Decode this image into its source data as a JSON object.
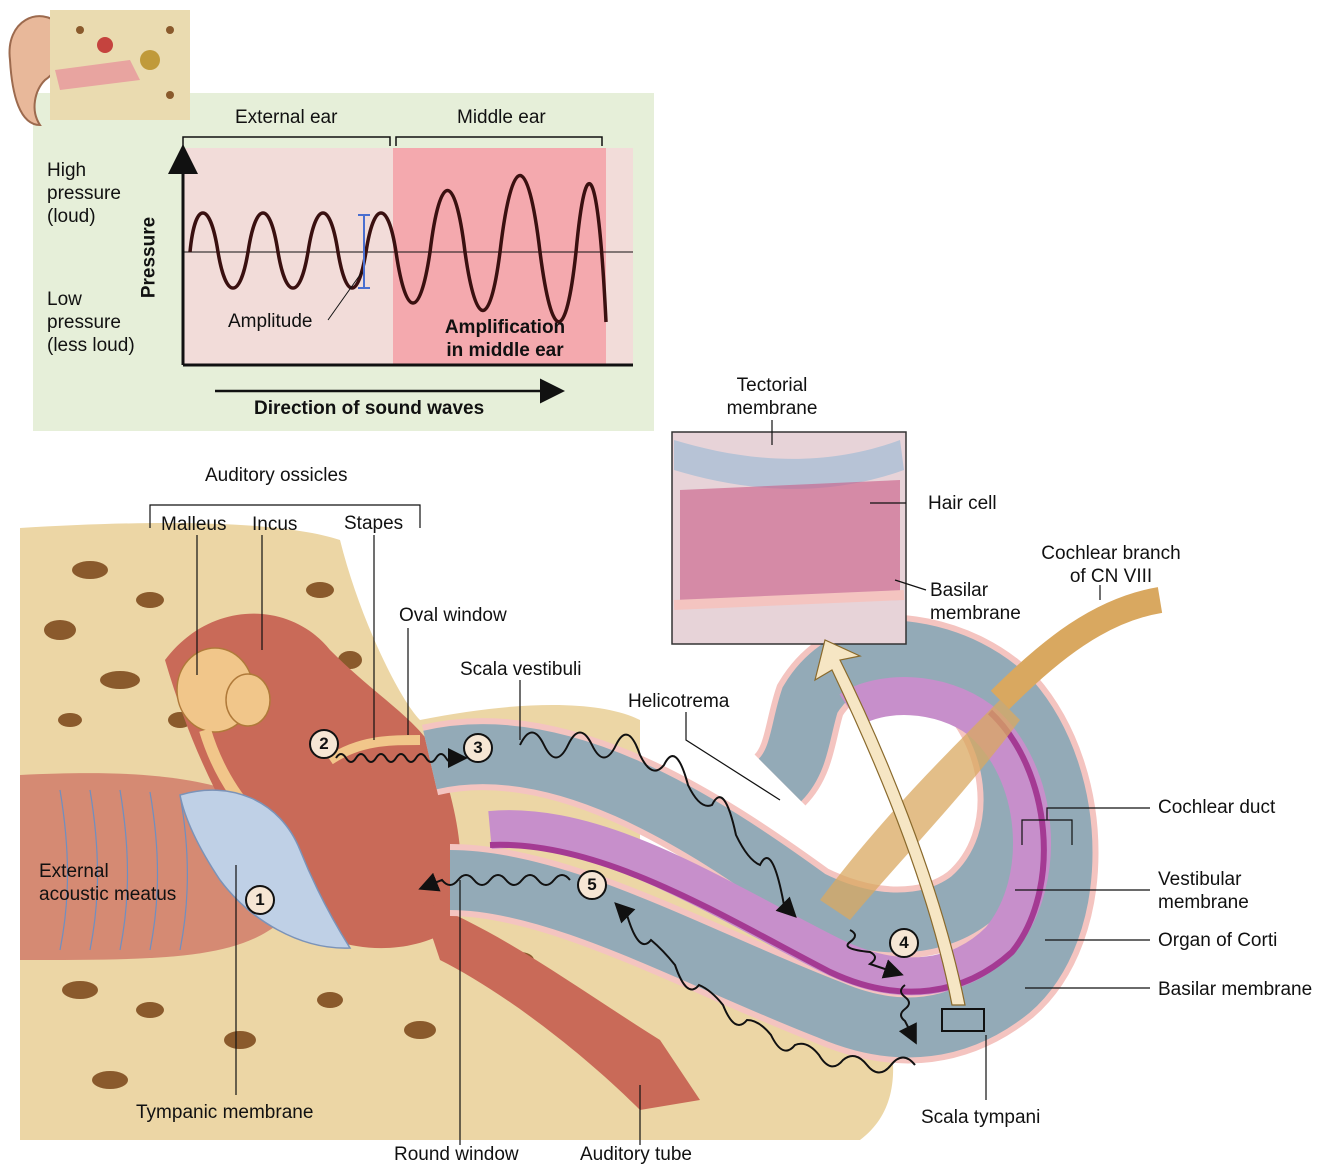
{
  "top_panel": {
    "region_external": "External ear",
    "region_middle": "Middle ear",
    "high_pressure": "High\npressure\n(loud)",
    "low_pressure": "Low\npressure\n(less loud)",
    "y_axis": "Pressure",
    "amplitude": "Amplitude",
    "amplification": "Amplification\nin middle ear",
    "direction": "Direction of sound waves"
  },
  "labels": {
    "auditory_ossicles": "Auditory ossicles",
    "malleus": "Malleus",
    "incus": "Incus",
    "stapes": "Stapes",
    "oval_window": "Oval window",
    "scala_vestibuli": "Scala vestibuli",
    "helicotrema": "Helicotrema",
    "tectorial_membrane": "Tectorial\nmembrane",
    "hair_cell": "Hair cell",
    "basilar_membrane_inset": "Basilar\nmembrane",
    "cochlear_branch": "Cochlear branch\nof CN VIII",
    "cochlear_duct": "Cochlear duct",
    "vestibular_membrane": "Vestibular\nmembrane",
    "organ_of_corti": "Organ of Corti",
    "basilar_membrane": "Basilar membrane",
    "external_acoustic_meatus": "External\nacoustic meatus",
    "tympanic_membrane": "Tympanic membrane",
    "round_window": "Round window",
    "auditory_tube": "Auditory tube",
    "scala_tympani": "Scala tympani"
  },
  "steps": [
    "1",
    "2",
    "3",
    "4",
    "5"
  ],
  "colors": {
    "panel_bg": "#e6efd9",
    "external_zone": "#f2dcd9",
    "middle_zone": "#f4a9ae",
    "bone": "#ecd6a5",
    "bone_pore": "#8a5a2c",
    "tissue": "#c96a58",
    "cochlea_canal": "#93aab7",
    "cochlear_duct": "#c78fcb",
    "nerve": "#d9a860",
    "arrow_fill": "#f6e6c4"
  }
}
